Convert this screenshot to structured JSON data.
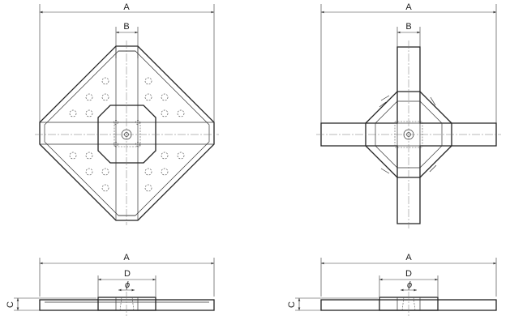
{
  "labels": {
    "dim_a": "A",
    "dim_b": "B",
    "dim_c": "C",
    "dim_d": "D",
    "dim_phi": "ϕ"
  },
  "views": [
    {
      "name": "square-plate-top-view"
    },
    {
      "name": "cross-plate-top-view"
    },
    {
      "name": "square-plate-side-view"
    },
    {
      "name": "cross-plate-side-view"
    }
  ]
}
